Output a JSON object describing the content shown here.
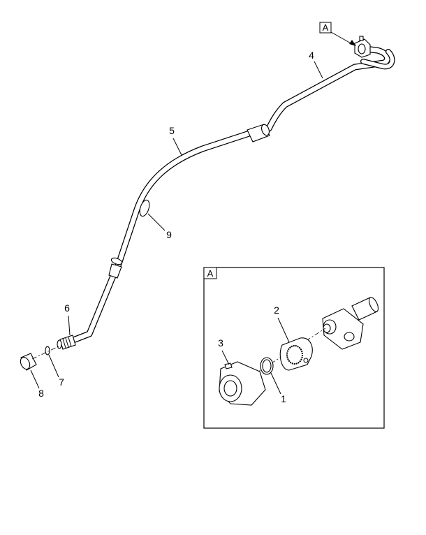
{
  "view_tag": "A",
  "detail_tag": "A",
  "callouts": {
    "c1": "1",
    "c2": "2",
    "c3": "3",
    "c4": "4",
    "c5": "5",
    "c6": "6",
    "c7": "7",
    "c8": "8",
    "c9": "9"
  }
}
